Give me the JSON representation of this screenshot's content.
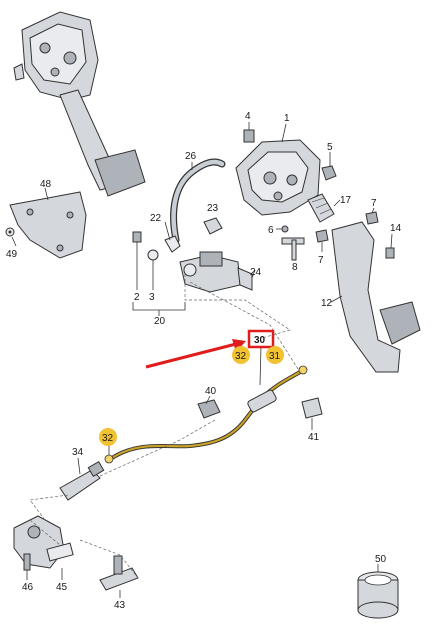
{
  "labels": {
    "l1": "1",
    "l2": "2",
    "l3": "3",
    "l4": "4",
    "l5": "5",
    "l6": "6",
    "l7a": "7",
    "l7b": "7",
    "l8": "8",
    "l12": "12",
    "l14": "14",
    "l17": "17",
    "l20": "20",
    "l22": "22",
    "l23": "23",
    "l24": "24",
    "l26": "26",
    "l30": "30",
    "l31": "31",
    "l32a": "32",
    "l32b": "32",
    "l34": "34",
    "l40": "40",
    "l41": "41",
    "l43": "43",
    "l45": "45",
    "l46": "46",
    "l48": "48",
    "l49": "49",
    "l50": "50"
  },
  "colors": {
    "highlight_box": "#e01c1c",
    "arrow": "#e01c1c",
    "badge": "#f1c232",
    "hose": "#c9a227"
  }
}
